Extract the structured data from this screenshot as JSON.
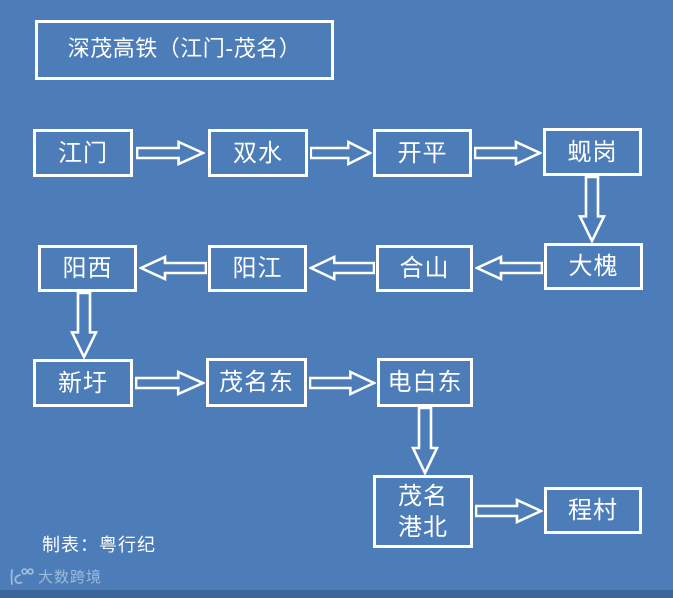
{
  "canvas": {
    "background_color": "#4d7db8",
    "line_color": "#ffffff"
  },
  "title": {
    "label": "深茂高铁（江门-茂名）"
  },
  "stations": [
    {
      "name": "jiangmen",
      "label": "江门"
    },
    {
      "name": "shuangshui",
      "label": "双水"
    },
    {
      "name": "kaiping",
      "label": "开平"
    },
    {
      "name": "xiangang",
      "label": "蚬岗"
    },
    {
      "name": "dahuai",
      "label": "大槐"
    },
    {
      "name": "heshan",
      "label": "合山"
    },
    {
      "name": "yangjiang",
      "label": "阳江"
    },
    {
      "name": "yangxi",
      "label": "阳西"
    },
    {
      "name": "xinxu",
      "label": "新圩"
    },
    {
      "name": "maomingdong",
      "label": "茂名东"
    },
    {
      "name": "dianbaidong",
      "label": "电白东"
    },
    {
      "name": "maominggangbei",
      "label": "茂名港北",
      "line1": "茂名",
      "line2": "港北"
    },
    {
      "name": "chengcun",
      "label": "程村"
    }
  ],
  "route_order": [
    "江门",
    "双水",
    "开平",
    "蚬岗",
    "大槐",
    "合山",
    "阳江",
    "阳西",
    "新圩",
    "茂名东",
    "电白东",
    "茂名港北",
    "程村"
  ],
  "caption": {
    "label": "制表：粤行纪"
  },
  "watermark": {
    "label": "大数跨境"
  }
}
